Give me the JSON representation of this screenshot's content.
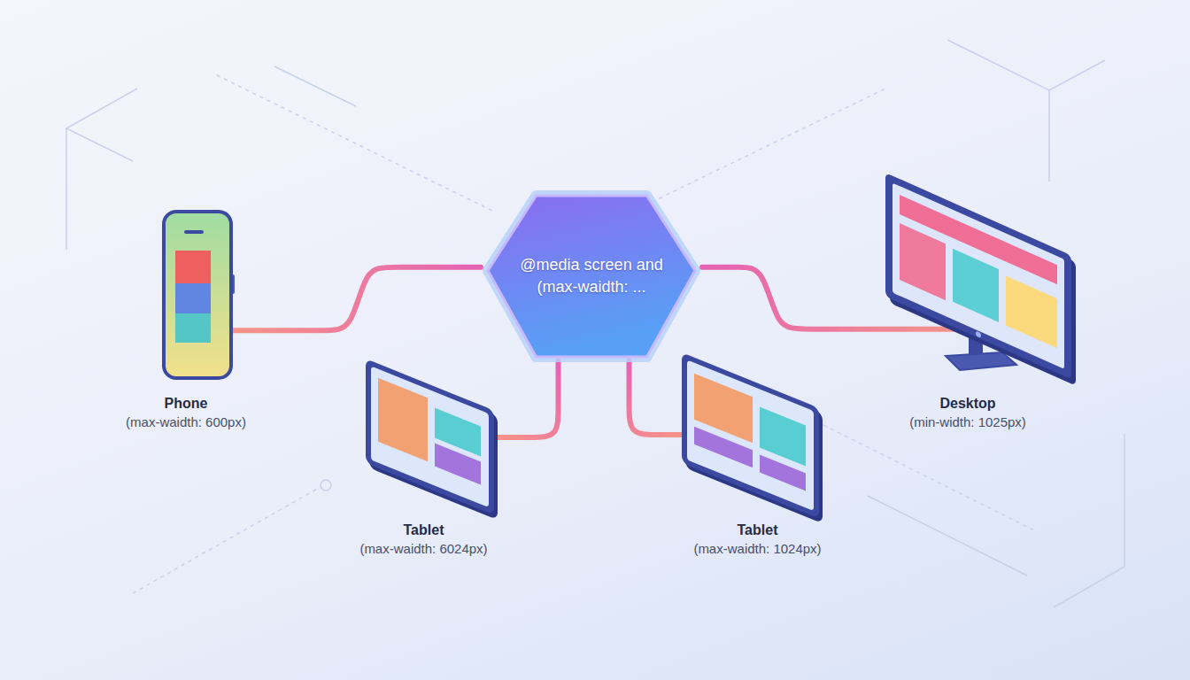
{
  "diagram": {
    "nodes": [
      {
        "text": [
          "Phone",
          "(max-waidth: 600px)"
        ]
      },
      {
        "text": [
          "@media screen and (max-waidth: ..."
        ]
      },
      {
        "text": [
          "Desktop",
          "(min-width: 1025px)"
        ]
      },
      {
        "text": [
          "Tablet",
          "(max-waidth: 6024px)"
        ]
      },
      {
        "text": [
          "Tablet",
          "(max-waidth: 1024px)"
        ]
      }
    ],
    "edges": [
      {
        "from": 1,
        "to": 0,
        "arrow": "none"
      },
      {
        "from": 1,
        "to": 2,
        "arrow": "none"
      },
      {
        "from": 1,
        "to": 3,
        "arrow": "none"
      },
      {
        "from": 1,
        "to": 4,
        "arrow": "none"
      }
    ]
  }
}
